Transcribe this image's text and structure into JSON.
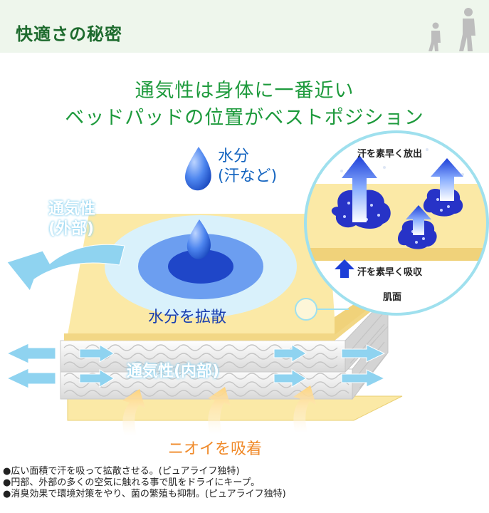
{
  "header": {
    "title": "快適さの秘密"
  },
  "headline": {
    "line1": "通気性は身体に一番近い",
    "line2": "ベッドパッドの位置がベストポジション"
  },
  "labels": {
    "moisture_line1": "水分",
    "moisture_line2": "(汗など)",
    "ventilation_outer_line1": "通気性",
    "ventilation_outer_line2": "(外部)",
    "spread": "水分を拡散",
    "ventilation_inner": "通気性(内部)",
    "odor": "ニオイを吸着",
    "release": "汗を素早く放出",
    "absorb": "汗を素早く吸収",
    "skin": "肌面"
  },
  "notes": [
    "●広い面積で汗を吸って拡散させる。(ピュアライフ独特)",
    "●円部、外部の多くの空気に触れる事で肌をドライにキープ。",
    "●消臭効果で環境対策をやり、菌の繁殖も抑制。(ピュアライフ独特)"
  ],
  "colors": {
    "header_bg": "#eef6ec",
    "headline": "#1d9a3c",
    "pad_top": "#fbe9a6",
    "water": "#1f4fd4",
    "air": "#8fd3f0",
    "odor": "#f08a2a"
  }
}
